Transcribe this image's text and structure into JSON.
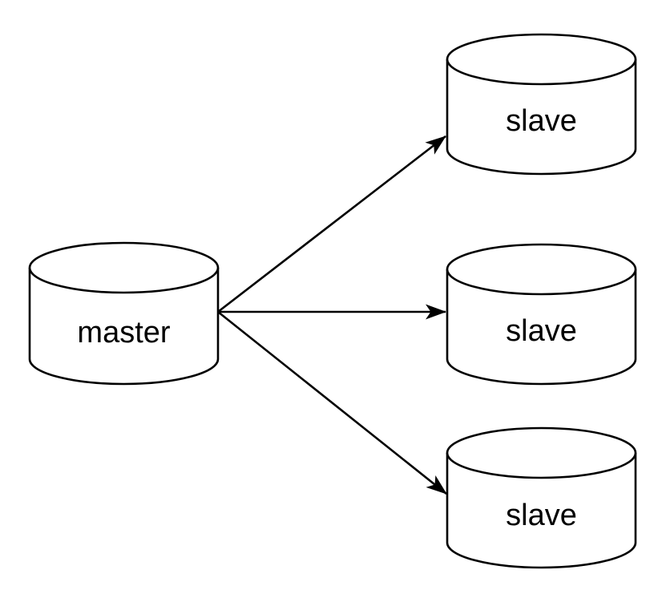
{
  "diagram": {
    "type": "database-replication-topology",
    "colors": {
      "stroke": "#000000",
      "fill": "#ffffff",
      "text": "#000000",
      "background": "#ffffff"
    },
    "nodes": [
      {
        "id": "master",
        "label": "master",
        "shape": "cylinder"
      },
      {
        "id": "slave-top",
        "label": "slave",
        "shape": "cylinder"
      },
      {
        "id": "slave-middle",
        "label": "slave",
        "shape": "cylinder"
      },
      {
        "id": "slave-bottom",
        "label": "slave",
        "shape": "cylinder"
      }
    ],
    "edges": [
      {
        "from": "master",
        "to": "slave-top",
        "style": "arrow"
      },
      {
        "from": "master",
        "to": "slave-middle",
        "style": "arrow"
      },
      {
        "from": "master",
        "to": "slave-bottom",
        "style": "arrow"
      }
    ]
  }
}
